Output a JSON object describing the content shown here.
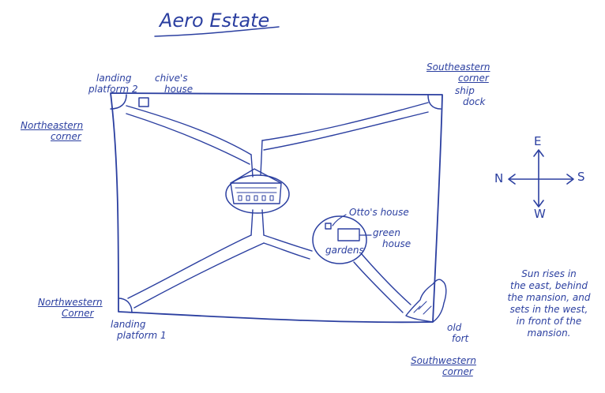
{
  "title": "Aero Estate",
  "labels": {
    "landing_platform_2": [
      "landing",
      "platform 2"
    ],
    "chives_house": [
      "chive's",
      "house"
    ],
    "northeastern_corner": [
      "Northeastern",
      "corner"
    ],
    "southeastern_corner": [
      "Southeastern",
      "corner"
    ],
    "ship_dock": [
      "ship",
      "dock"
    ],
    "ottos_house": "Otto's house",
    "green_house": [
      "green",
      "house"
    ],
    "gardens": "gardens",
    "northwestern_corner": [
      "Northwestern",
      "Corner"
    ],
    "landing_platform_1": [
      "landing",
      "platform 1"
    ],
    "old_fort": [
      "old",
      "fort"
    ],
    "southwestern_corner": [
      "Southwestern",
      "corner"
    ]
  },
  "compass": {
    "north": "N",
    "south": "S",
    "east": "E",
    "west": "W"
  },
  "note": [
    "Sun rises in",
    "the east, behind",
    "the mansion, and",
    "sets in the west,",
    "in front of the",
    "mansion."
  ],
  "colors": {
    "ink": "#2b3fa0",
    "paper": "#ffffff"
  }
}
